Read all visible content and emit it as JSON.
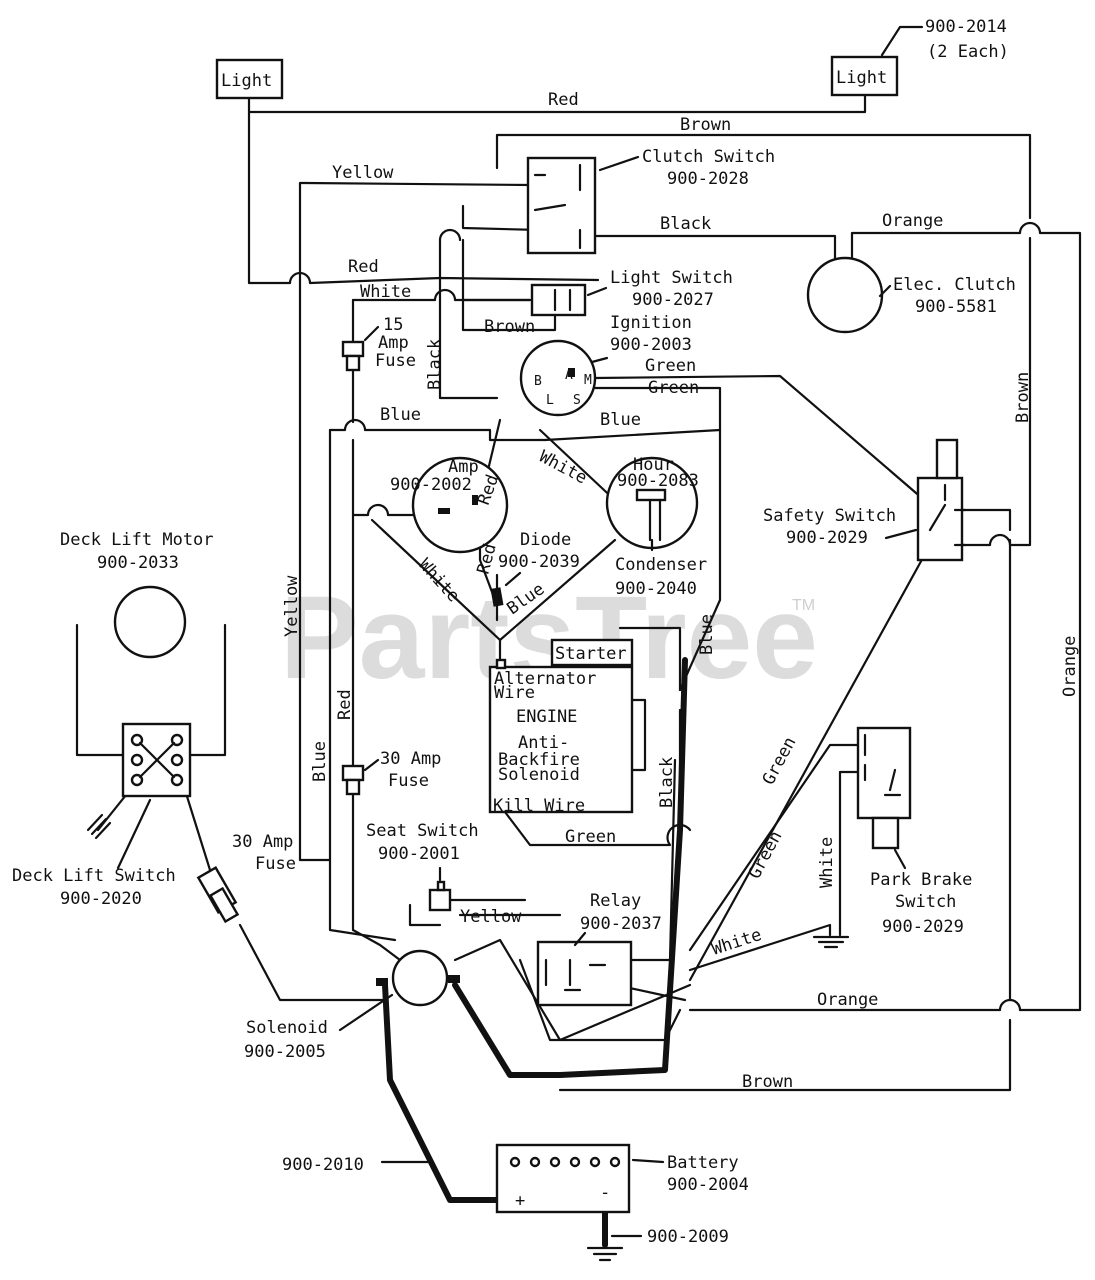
{
  "watermark": {
    "text": "PartsTree",
    "tm": "TM"
  },
  "lights": {
    "left_label": "Light",
    "right_label": "Light",
    "part_number": "900-2014",
    "qty": "(2 Each)"
  },
  "components": {
    "clutch_switch": {
      "name": "Clutch Switch",
      "part": "900-2028"
    },
    "light_switch": {
      "name": "Light Switch",
      "part": "900-2027"
    },
    "ignition": {
      "name": "Ignition",
      "part": "900-2003"
    },
    "elec_clutch": {
      "name": "Elec. Clutch",
      "part": "900-5581"
    },
    "fuse_15": {
      "line1": "15",
      "line2": "Amp",
      "line3": "Fuse"
    },
    "amp_meter": {
      "name": "Amp",
      "part": "900-2002"
    },
    "hour_meter": {
      "name": "Hour",
      "part": "900-2083"
    },
    "diode": {
      "name": "Diode",
      "part": "900-2039"
    },
    "condenser": {
      "name": "Condenser",
      "part": "900-2040"
    },
    "safety_switch": {
      "name": "Safety Switch",
      "part": "900-2029"
    },
    "deck_lift_motor": {
      "name": "Deck Lift Motor",
      "part": "900-2033"
    },
    "deck_lift_switch": {
      "name": "Deck Lift Switch",
      "part": "900-2020"
    },
    "fuse_30_left": {
      "line1": "30 Amp",
      "line2": "Fuse"
    },
    "fuse_30_mid": {
      "line1": "30 Amp",
      "line2": "Fuse"
    },
    "engine": {
      "starter": "Starter",
      "alt_line1": "Alternator",
      "alt_line2": "Wire",
      "title": "ENGINE",
      "abs_line1": "Anti-",
      "abs_line2": "Backfire",
      "abs_line3": "Solenoid",
      "kill": "Kill Wire"
    },
    "seat_switch": {
      "name": "Seat Switch",
      "part": "900-2001"
    },
    "relay": {
      "name": "Relay",
      "part": "900-2037"
    },
    "park_brake": {
      "line1": "Park Brake",
      "line2": "Switch",
      "part": "900-2029"
    },
    "solenoid": {
      "name": "Solenoid",
      "part": "900-2005"
    },
    "battery": {
      "name": "Battery",
      "part": "900-2004",
      "plus": "+",
      "minus": "-"
    },
    "cable_pos": {
      "part": "900-2010"
    },
    "cable_neg": {
      "part": "900-2009"
    }
  },
  "wire_labels": {
    "red_top": "Red",
    "brown_top": "Brown",
    "yellow_top": "Yellow",
    "black_clutch": "Black",
    "orange_top": "Orange",
    "red_mid": "Red",
    "white_top": "White",
    "brown_ign": "Brown",
    "black_vert": "Black",
    "green_a": "Green",
    "green_b": "Green",
    "blue_left": "Blue",
    "blue_right": "Blue",
    "brown_right": "Brown",
    "white_diag": "White",
    "red_amp": "Red",
    "white_left_diag": "White",
    "red_diode": "Red",
    "blue_diode": "Blue",
    "yellow_vert": "Yellow",
    "blue_vert_right": "Blue",
    "orange_right": "Orange",
    "red_vert": "Red",
    "blue_vert": "Blue",
    "black_engine": "Black",
    "green_engine": "Green",
    "green_diag1": "Green",
    "green_diag2": "Green",
    "white_vert": "White",
    "yellow_seat": "Yellow",
    "white_relay": "White",
    "orange_bottom": "Orange",
    "brown_bottom": "Brown"
  }
}
